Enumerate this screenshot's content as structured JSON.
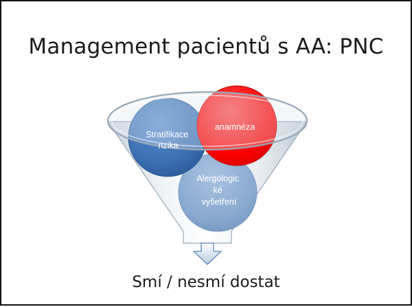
{
  "slide": {
    "title": "Management pacientů s AA: PNC",
    "result": "Smí / nesmí dostat"
  },
  "diagram": {
    "type": "funnel",
    "circles": [
      {
        "id": "risk",
        "lines": [
          "Stratifikace",
          "rizika"
        ],
        "color": "#3d73b8"
      },
      {
        "id": "history",
        "lines": [
          "anamnéza"
        ],
        "color": "#ff0000"
      },
      {
        "id": "allergy",
        "lines": [
          "Alergologic",
          "ké",
          "vyšetření"
        ],
        "color": "#8faed2"
      }
    ],
    "arrow_icon": "down-arrow-icon"
  }
}
